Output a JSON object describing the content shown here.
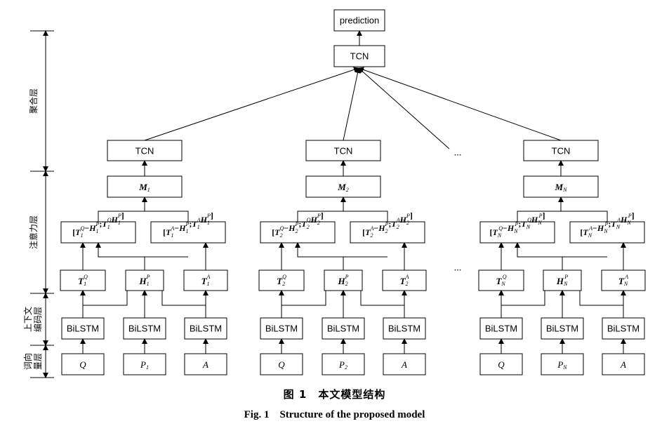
{
  "top": {
    "prediction": "prediction",
    "tcn": "TCN"
  },
  "layers": {
    "aggregation": "聚合层",
    "attention": "注意力层",
    "context": "上下文编码层",
    "embedding": "词向量层"
  },
  "ellipsis": "...",
  "columns": [
    {
      "tcn": "TCN",
      "m": [
        "M",
        "1"
      ],
      "combo_q": [
        "[",
        "T",
        "1",
        "Q",
        "−",
        "H",
        "1",
        "P",
        ";",
        "T",
        "1",
        "Q",
        "H",
        "1",
        "P",
        "]"
      ],
      "combo_a": [
        "[",
        "T",
        "1",
        "A",
        "−",
        "H",
        "1",
        "P",
        ";",
        "T",
        "1",
        "A",
        "H",
        "1",
        "P",
        "]"
      ],
      "tq": [
        "T",
        "1",
        "Q"
      ],
      "hp": [
        "H",
        "1",
        "P"
      ],
      "ta": [
        "T",
        "1",
        "A"
      ],
      "bilstm": "BiLSTM",
      "inputs": [
        [
          "Q",
          ""
        ],
        [
          "P",
          "1"
        ],
        [
          "A",
          ""
        ]
      ]
    },
    {
      "tcn": "TCN",
      "m": [
        "M",
        "2"
      ],
      "combo_q": [
        "[",
        "T",
        "2",
        "Q",
        "−",
        "H",
        "2",
        "P",
        ";",
        "T",
        "2",
        "Q",
        "H",
        "2",
        "P",
        "]"
      ],
      "combo_a": [
        "[",
        "T",
        "2",
        "A",
        "−",
        "H",
        "2",
        "P",
        ";",
        "T",
        "2",
        "A",
        "H",
        "2",
        "P",
        "]"
      ],
      "tq": [
        "T",
        "2",
        "Q"
      ],
      "hp": [
        "H",
        "2",
        "P"
      ],
      "ta": [
        "T",
        "2",
        "A"
      ],
      "bilstm": "BiLSTM",
      "inputs": [
        [
          "Q",
          ""
        ],
        [
          "P",
          "2"
        ],
        [
          "A",
          ""
        ]
      ]
    },
    {
      "tcn": "TCN",
      "m": [
        "M",
        "N"
      ],
      "combo_q": [
        "[",
        "T",
        "N",
        "Q",
        "−",
        "H",
        "N",
        "P",
        ";",
        "T",
        "N",
        "Q",
        "H",
        "N",
        "P",
        "]"
      ],
      "combo_a": [
        "[",
        "T",
        "N",
        "A",
        "−",
        "H",
        "N",
        "P",
        ";",
        "T",
        "N",
        "A",
        "H",
        "N",
        "P",
        "]"
      ],
      "tq": [
        "T",
        "N",
        "Q"
      ],
      "hp": [
        "H",
        "N",
        "P"
      ],
      "ta": [
        "T",
        "N",
        "A"
      ],
      "bilstm": "BiLSTM",
      "inputs": [
        [
          "Q",
          ""
        ],
        [
          "P",
          "N"
        ],
        [
          "A",
          ""
        ]
      ]
    }
  ],
  "caption": {
    "cn": "图 1　本文模型结构",
    "en": "Fig. 1　Structure of the proposed model"
  }
}
